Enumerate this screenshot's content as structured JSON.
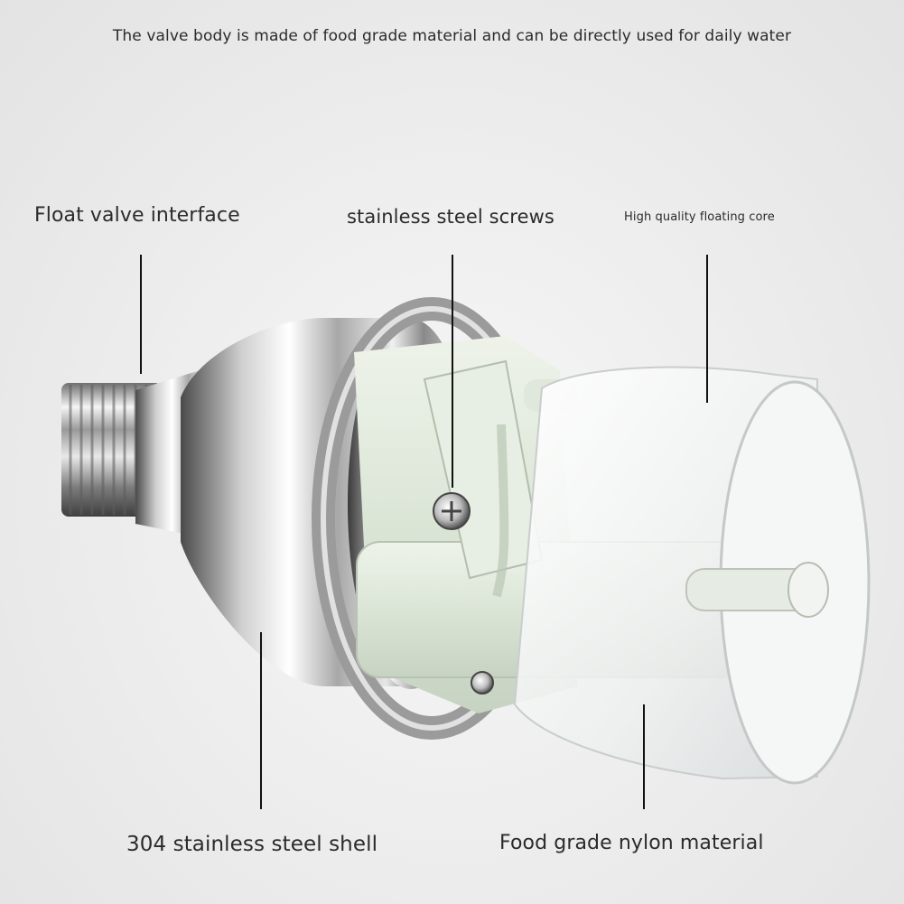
{
  "headline": "The valve body is made of food grade material and can be directly used for daily water",
  "callouts": {
    "float_valve_interface": "Float valve interface",
    "stainless_steel_screws": "stainless steel screws",
    "floating_core": "High quality floating core",
    "steel_shell": "304 stainless steel shell",
    "nylon_material": "Food grade nylon material"
  }
}
